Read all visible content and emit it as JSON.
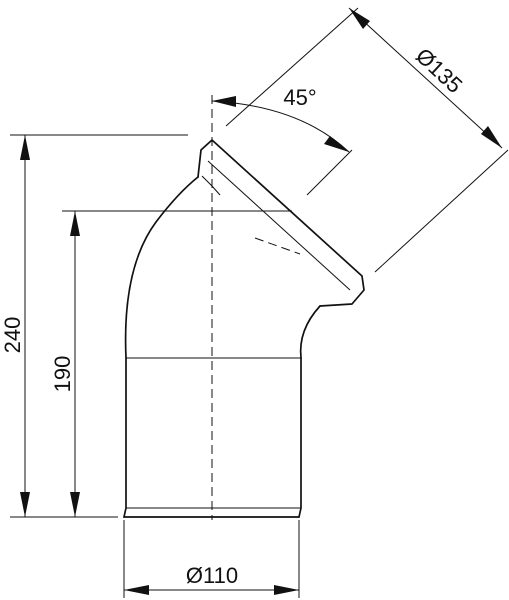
{
  "dimensions": {
    "total_height": "240",
    "body_height": "190",
    "outlet_diameter": "Ø110",
    "socket_diameter": "Ø135",
    "angle": "45°"
  }
}
